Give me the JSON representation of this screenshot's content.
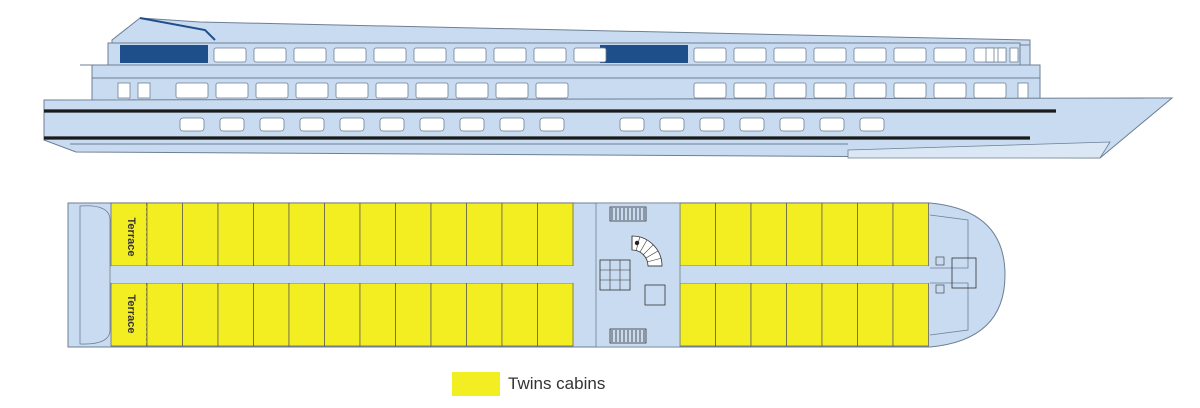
{
  "colors": {
    "hull": "#c9dbf0",
    "outline": "#6d7f93",
    "dark_window": "#1f4f8a",
    "stripe": "#1a1a1a",
    "cabin": "#f3ee22",
    "cabin_line": "#555555",
    "corridor": "#c9dbf0",
    "label_text": "#333333"
  },
  "deck_plan": {
    "terrace_labels": [
      "Terrace",
      "Terrace"
    ],
    "cabins_upper_aft": 13,
    "cabins_lower_aft": 13,
    "cabins_upper_fwd": 7,
    "cabins_lower_fwd": 7
  },
  "legend": {
    "items": [
      {
        "label": "Twins cabins",
        "color": "#f3ee22"
      }
    ]
  }
}
